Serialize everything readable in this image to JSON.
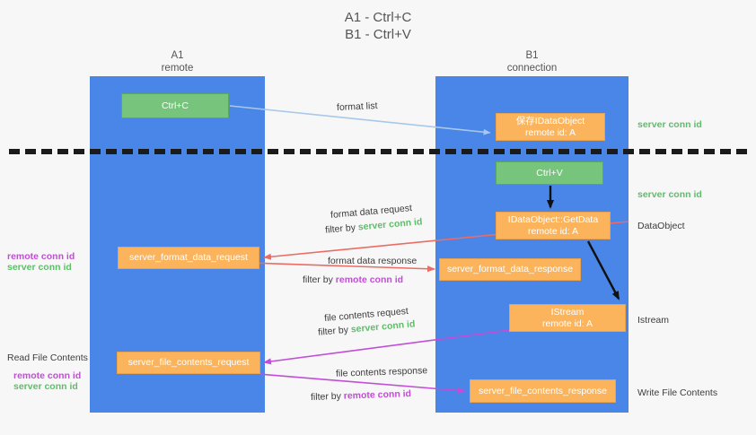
{
  "title": {
    "line1": "A1 - Ctrl+C",
    "line2": "B1 - Ctrl+V"
  },
  "columns": [
    {
      "name": "A1",
      "sublabel": "remote"
    },
    {
      "name": "B1",
      "sublabel": "connection"
    }
  ],
  "nodes": [
    {
      "id": "ctrl-c",
      "line1": "Ctrl+C",
      "line2": "",
      "color": "#77c47c"
    },
    {
      "id": "save-idataobject",
      "line1": "保存IDataObject",
      "line2": "remote id: A",
      "color": "#fbb45c"
    },
    {
      "id": "ctrl-v",
      "line1": "Ctrl+V",
      "line2": "",
      "color": "#77c47c"
    },
    {
      "id": "idataobject-getdata",
      "line1": "IDataObject::GetData",
      "line2": "remote id: A",
      "color": "#fbb45c"
    },
    {
      "id": "server-format-data-request",
      "line1": "server_format_data_request",
      "line2": "",
      "color": "#fbb45c"
    },
    {
      "id": "server-format-data-response",
      "line1": "server_format_data_response",
      "line2": "",
      "color": "#fbb45c"
    },
    {
      "id": "istream",
      "line1": "IStream",
      "line2": "remote id: A",
      "color": "#fbb45c"
    },
    {
      "id": "server-file-contents-request",
      "line1": "server_file_contents_request",
      "line2": "",
      "color": "#fbb45c"
    },
    {
      "id": "server-file-contents-response",
      "line1": "server_file_contents_response",
      "line2": "",
      "color": "#fbb45c"
    }
  ],
  "edge_labels": {
    "format_list": "format list",
    "format_data_request": "format data request",
    "format_data_request_filter_prefix": "filter by ",
    "format_data_request_filter_value": "server conn id",
    "format_data_response": "format data response",
    "format_data_response_filter_prefix": "filter by ",
    "format_data_response_filter_value": "remote conn id",
    "file_contents_request": "file contents request",
    "file_contents_request_filter_prefix": "filter by ",
    "file_contents_request_filter_value": "server conn id",
    "file_contents_response": "file contents response",
    "file_contents_response_filter_prefix": "filter by ",
    "file_contents_response_filter_value": "remote conn id"
  },
  "annotations": {
    "right": {
      "server_conn_id_top": "server conn id",
      "server_conn_id_mid": "server conn id",
      "dataobject": "DataObject",
      "istream": "Istream",
      "write_file_contents": "Write File Contents"
    },
    "left": {
      "remote_conn_id_1": "remote conn id",
      "server_conn_id_1": "server conn id",
      "read_file_contents": "Read File Contents",
      "remote_conn_id_2": "remote conn id",
      "server_conn_id_2": "server conn id"
    }
  },
  "colors": {
    "background": "#f7f7f7",
    "column": "#4a86e8",
    "green_node": "#77c47c",
    "orange_node": "#fbb45c",
    "arrow_blue": "#a8c8ea",
    "arrow_red": "#ea6d65",
    "arrow_magenta": "#c24dd6",
    "arrow_black": "#000000",
    "text_green": "#5fbd6a",
    "text_magenta": "#c24dd6",
    "divider": "#1b1b1b"
  }
}
